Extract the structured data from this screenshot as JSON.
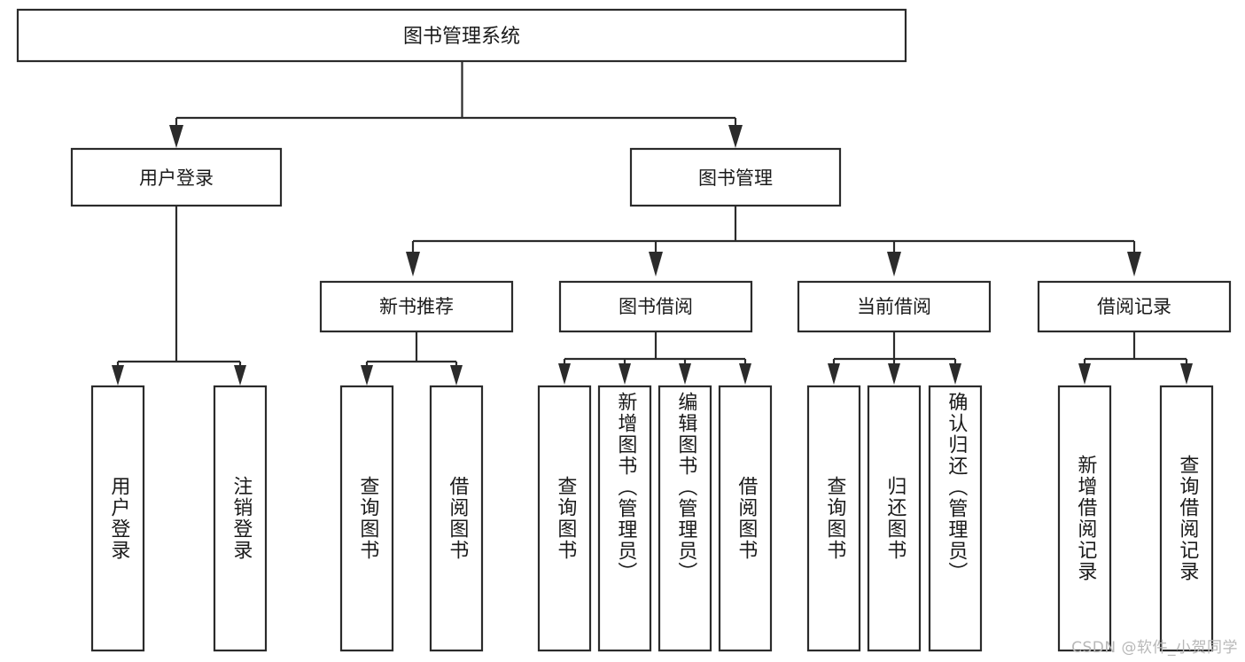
{
  "diagram": {
    "type": "tree",
    "title": "图书管理系统",
    "root": {
      "id": "root",
      "label": "图书管理系统",
      "level": 0
    },
    "level2": [
      {
        "id": "user-login",
        "label": "用户登录"
      },
      {
        "id": "book-manage",
        "label": "图书管理"
      }
    ],
    "level3": [
      {
        "id": "new-book-rec",
        "label": "新书推荐",
        "parent": "book-manage"
      },
      {
        "id": "book-borrow",
        "label": "图书借阅",
        "parent": "book-manage"
      },
      {
        "id": "current-borrow",
        "label": "当前借阅",
        "parent": "book-manage"
      },
      {
        "id": "borrow-record",
        "label": "借阅记录",
        "parent": "book-manage"
      }
    ],
    "leaves": {
      "user-login": [
        {
          "id": "leaf-user-login",
          "label": "用户登录"
        },
        {
          "id": "leaf-user-logout",
          "label": "注销登录"
        }
      ],
      "new-book-rec": [
        {
          "id": "leaf-query-book-1",
          "label": "查询图书"
        },
        {
          "id": "leaf-borrow-book-1",
          "label": "借阅图书"
        }
      ],
      "book-borrow": [
        {
          "id": "leaf-query-book-2",
          "label": "查询图书"
        },
        {
          "id": "leaf-add-book",
          "label": "新增图书（管理员）"
        },
        {
          "id": "leaf-edit-book",
          "label": "编辑图书（管理员）"
        },
        {
          "id": "leaf-borrow-book-2",
          "label": "借阅图书"
        }
      ],
      "current-borrow": [
        {
          "id": "leaf-query-book-3",
          "label": "查询图书"
        },
        {
          "id": "leaf-return-book",
          "label": "归还图书"
        },
        {
          "id": "leaf-confirm-return",
          "label": "确认归还（管理员）"
        }
      ],
      "borrow-record": [
        {
          "id": "leaf-add-record",
          "label": "新增借阅记录"
        },
        {
          "id": "leaf-query-record",
          "label": "查询借阅记录"
        }
      ]
    }
  },
  "watermark": {
    "text": "CSDN @软件_小贺同学"
  },
  "colors": {
    "stroke": "#2b2b2b",
    "box_fill": "#ffffff",
    "text": "#1a1a1a",
    "watermark": "#b8b8b8",
    "background": "#ffffff"
  }
}
